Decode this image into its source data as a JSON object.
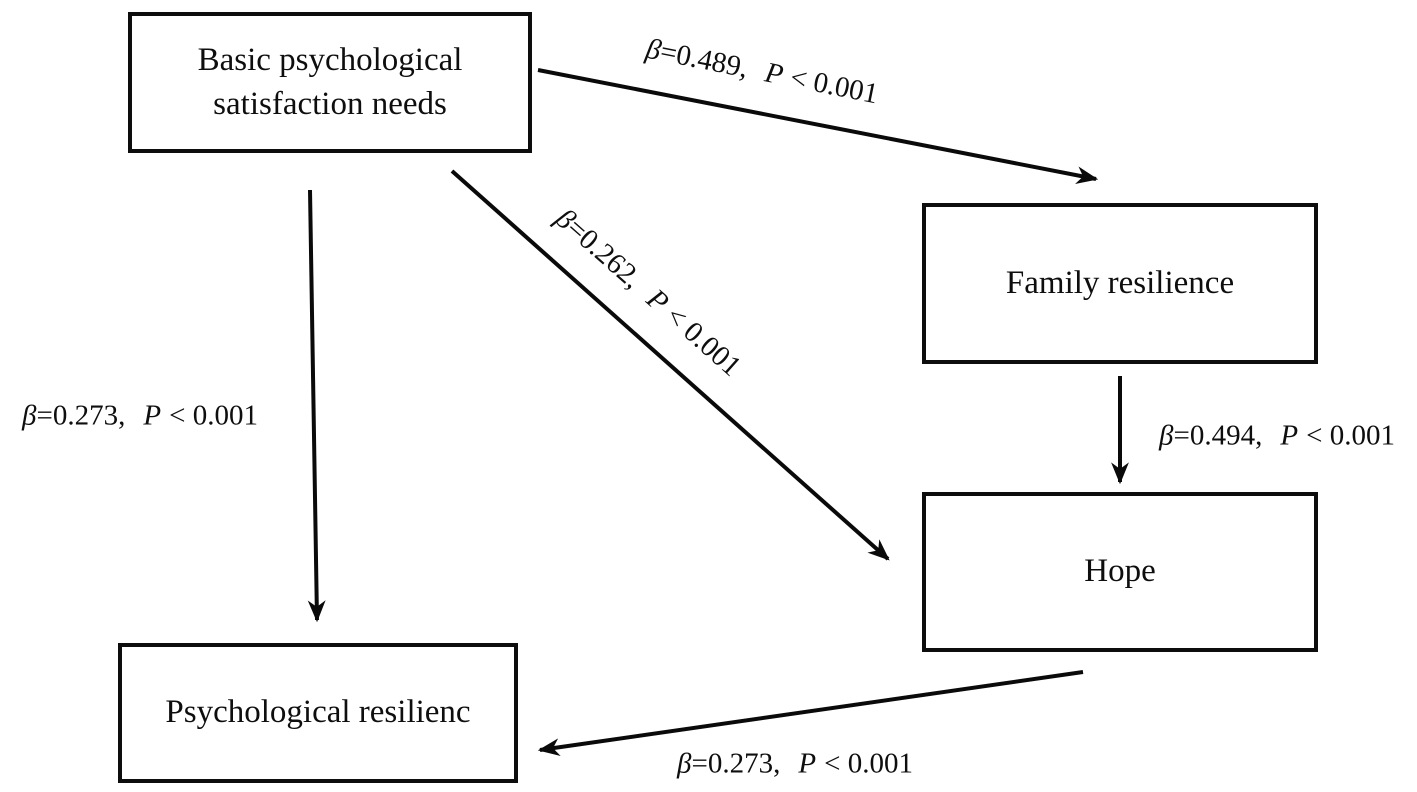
{
  "nodes": {
    "bpsn": {
      "label": "Basic psychological satisfaction needs"
    },
    "family": {
      "label": "Family resilience"
    },
    "hope": {
      "label": "Hope"
    },
    "psych": {
      "label": "Psychological resilienc"
    }
  },
  "edges": {
    "bpsn_family": {
      "beta_sym": "β",
      "beta_val": "=0.489,",
      "p_sym": "P",
      "p_val": "< 0.001"
    },
    "bpsn_hope": {
      "beta_sym": "β",
      "beta_val": "=0.262,",
      "p_sym": "P",
      "p_val": "< 0.001"
    },
    "bpsn_psych": {
      "beta_sym": "β",
      "beta_val": "=0.273,",
      "p_sym": "P",
      "p_val": "< 0.001"
    },
    "family_hope": {
      "beta_sym": "β",
      "beta_val": "=0.494,",
      "p_sym": "P",
      "p_val": "< 0.001"
    },
    "hope_psych": {
      "beta_sym": "β",
      "beta_val": "=0.273,",
      "p_sym": "P",
      "p_val": "< 0.001"
    }
  },
  "colors": {
    "line": "#0a0a0a",
    "text": "#0e0e0e",
    "background": "#ffffff"
  }
}
